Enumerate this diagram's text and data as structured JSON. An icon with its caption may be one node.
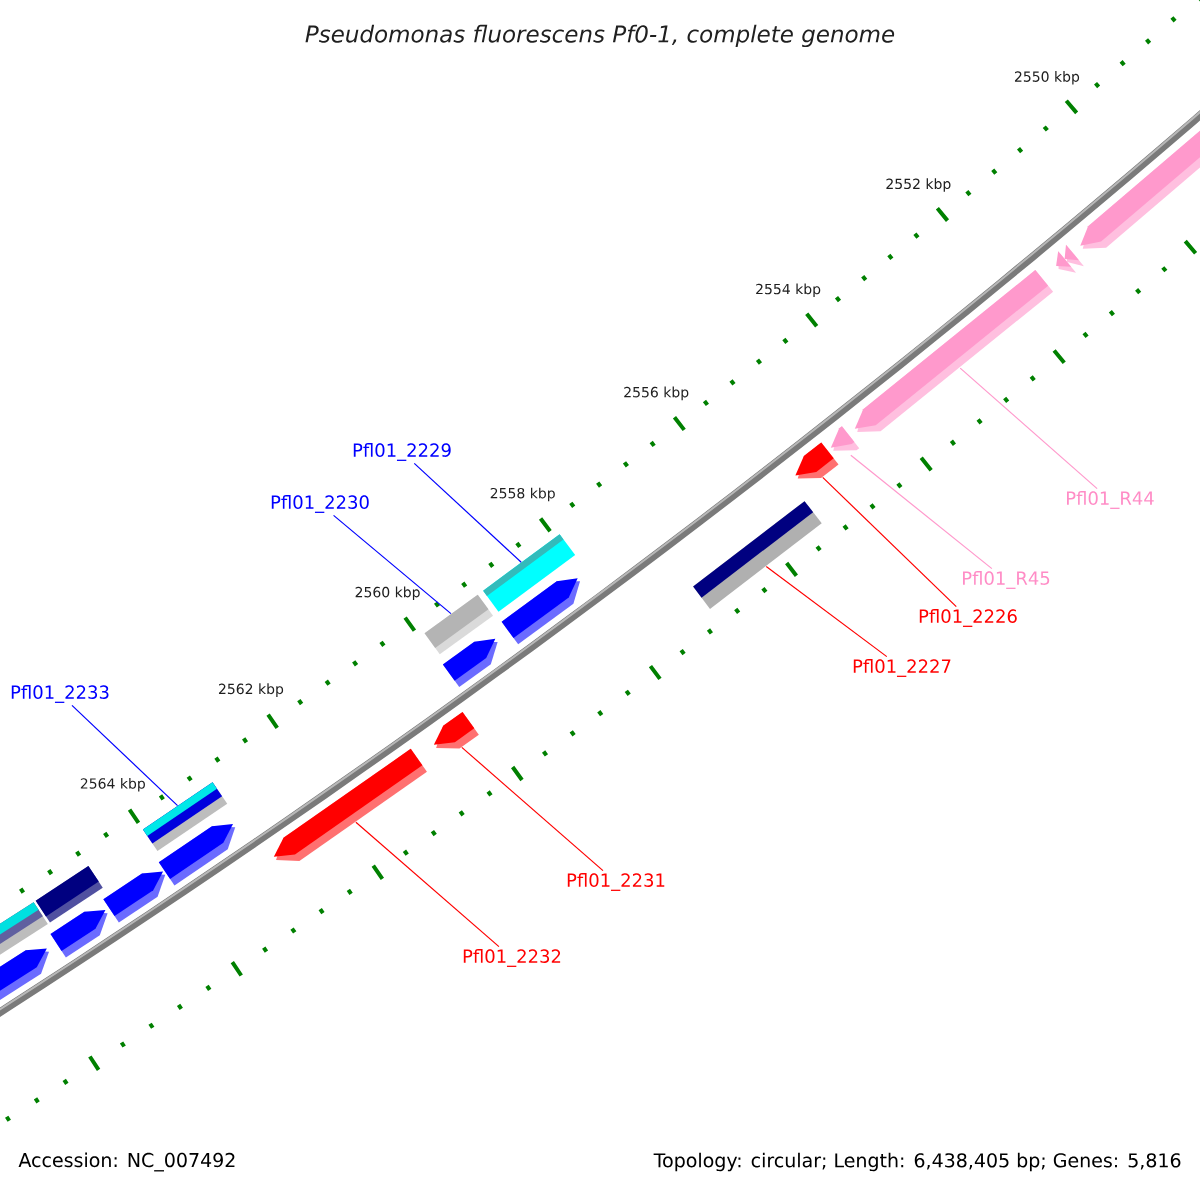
{
  "diagram": {
    "title": "Pseudomonas fluorescens Pf0-1, complete genome",
    "nodes": [
      {
        "text": [
          "Pfl01_2229"
        ]
      },
      {
        "text": [
          "Pfl01_2230"
        ]
      },
      {
        "text": [
          "Pfl01_2233"
        ]
      },
      {
        "text": [
          "Pfl01_2231"
        ]
      },
      {
        "text": [
          "Pfl01_2232"
        ]
      },
      {
        "text": [
          "Pfl01_2227"
        ]
      },
      {
        "text": [
          "Pfl01_2226"
        ]
      },
      {
        "text": [
          "Pfl01_R45"
        ]
      },
      {
        "text": [
          "Pfl01_R44"
        ]
      },
      {
        "text": [],
        "shape": "bar"
      },
      {
        "text": [],
        "shape": "bar"
      },
      {
        "text": [],
        "shape": "bar"
      },
      {
        "text": [],
        "shape": "bar"
      },
      {
        "text": [],
        "shape": "bar"
      },
      {
        "text": [],
        "shape": "bar"
      },
      {
        "text": [],
        "shape": "bar"
      },
      {
        "text": [],
        "shape": "bar"
      },
      {
        "text": [],
        "shape": "bar"
      }
    ],
    "edges": [
      {
        "from": 0,
        "to": 9,
        "arrow": "none",
        "color": "#0000ff"
      },
      {
        "from": 1,
        "to": 10,
        "arrow": "none",
        "color": "#0000ff"
      },
      {
        "from": 2,
        "to": 11,
        "arrow": "none",
        "color": "#0000ff"
      },
      {
        "from": 3,
        "to": 12,
        "arrow": "none"
      },
      {
        "from": 4,
        "to": 13,
        "arrow": "none"
      },
      {
        "from": 5,
        "to": 14,
        "arrow": "none"
      },
      {
        "from": 6,
        "to": 15,
        "arrow": "none"
      },
      {
        "from": 7,
        "to": 16,
        "arrow": "none",
        "color": "#ff99cc"
      },
      {
        "from": 8,
        "to": 17,
        "arrow": "none",
        "color": "#ff99cc"
      }
    ],
    "labels": [
      "2550 kbp",
      "2552 kbp",
      "2554 kbp",
      "2556 kbp",
      "2558 kbp",
      "2560 kbp",
      "2562 kbp",
      "2564 kbp",
      "Accession: NC_007492",
      "Topology: circular; Length: 6,438,405 bp; Genes: 5,816"
    ]
  }
}
